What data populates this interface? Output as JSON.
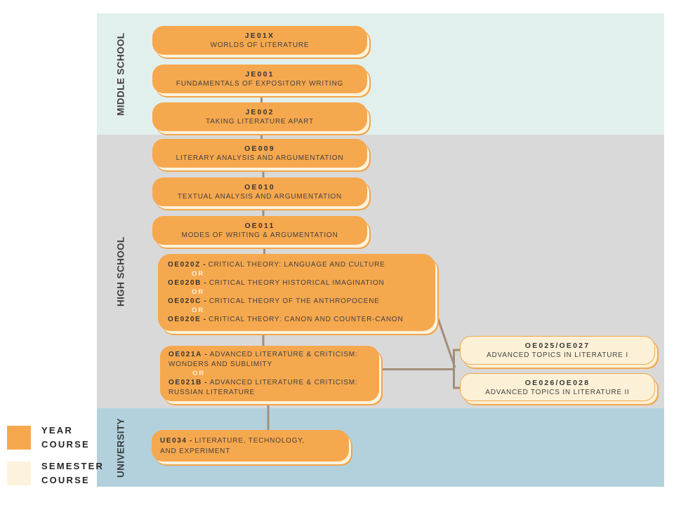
{
  "palette": {
    "year_course_fill": "#F6A84E",
    "semester_course_fill": "#FCF1D7",
    "semester_course_border": "#F2A84E",
    "band_middle_school": "#E2F0ED",
    "band_high_school": "#D9D9D9",
    "band_university": "#B2D1DD",
    "connector_line": "#A28F7B",
    "text_dark": "#3B3B3B",
    "or_text": "#FBF0D9"
  },
  "glyphs": {
    "dash": "-"
  },
  "bands": [
    {
      "id": "middle-school",
      "label": "MIDDLE SCHOOL"
    },
    {
      "id": "high-school",
      "label": "HIGH SCHOOL"
    },
    {
      "id": "university",
      "label": "UNIVERSITY"
    }
  ],
  "legend": [
    {
      "type": "year",
      "label": "YEAR COURSE",
      "color": "#F6A84E"
    },
    {
      "type": "semester",
      "label": "SEMESTER COURSE",
      "color": "#FDF3DC"
    }
  ],
  "courses": {
    "je01x": {
      "code": "JE01X",
      "title": "WORLDS OF LITERATURE",
      "type": "year",
      "band": "middle-school"
    },
    "je001": {
      "code": "JE001",
      "title": "FUNDAMENTALS OF EXPOSITORY WRITING",
      "type": "year",
      "band": "middle-school"
    },
    "je002": {
      "code": "JE002",
      "title": "TAKING LITERATURE APART",
      "type": "year",
      "band": "middle-school"
    },
    "oe009": {
      "code": "OE009",
      "title": "LITERARY ANALYSIS AND ARGUMENTATION",
      "type": "year",
      "band": "high-school"
    },
    "oe010": {
      "code": "OE010",
      "title": "TEXTUAL ANALYSIS AND ARGUMENTATION",
      "type": "year",
      "band": "high-school"
    },
    "oe011": {
      "code": "OE011",
      "title": "MODES OF WRITING & ARGUMENTATION",
      "type": "year",
      "band": "high-school"
    },
    "oe020": {
      "separator": "OR",
      "type": "year",
      "band": "high-school",
      "options": [
        {
          "code": "OE020Z",
          "title": "CRITICAL THEORY: LANGUAGE AND CULTURE"
        },
        {
          "code": "OE020B",
          "title": "CRITICAL THEORY HISTORICAL IMAGINATION"
        },
        {
          "code": "OE020C",
          "title": "CRITICAL THEORY OF THE ANTHROPOCENE"
        },
        {
          "code": "OE020E",
          "title": "CRITICAL THEORY: CANON AND COUNTER-CANON"
        }
      ]
    },
    "oe021": {
      "separator": "OR",
      "type": "year",
      "band": "high-school",
      "options": [
        {
          "code": "OE021A",
          "title": "ADVANCED LITERATURE & CRITICISM: WONDERS AND SUBLIMITY"
        },
        {
          "code": "OE021B",
          "title": "ADVANCED LITERATURE & CRITICISM: RUSSIAN LITERATURE"
        }
      ]
    },
    "oe025": {
      "code": "OE025/OE027",
      "title": "ADVANCED TOPICS IN LITERATURE I",
      "type": "semester",
      "band": "high-school"
    },
    "oe026": {
      "code": "OE026/OE028",
      "title": "ADVANCED TOPICS IN LITERATURE II",
      "type": "semester",
      "band": "high-school"
    },
    "ue034": {
      "code": "UE034",
      "title": "LITERATURE, TECHNOLOGY, AND EXPERIMENT",
      "type": "year",
      "band": "university"
    }
  }
}
